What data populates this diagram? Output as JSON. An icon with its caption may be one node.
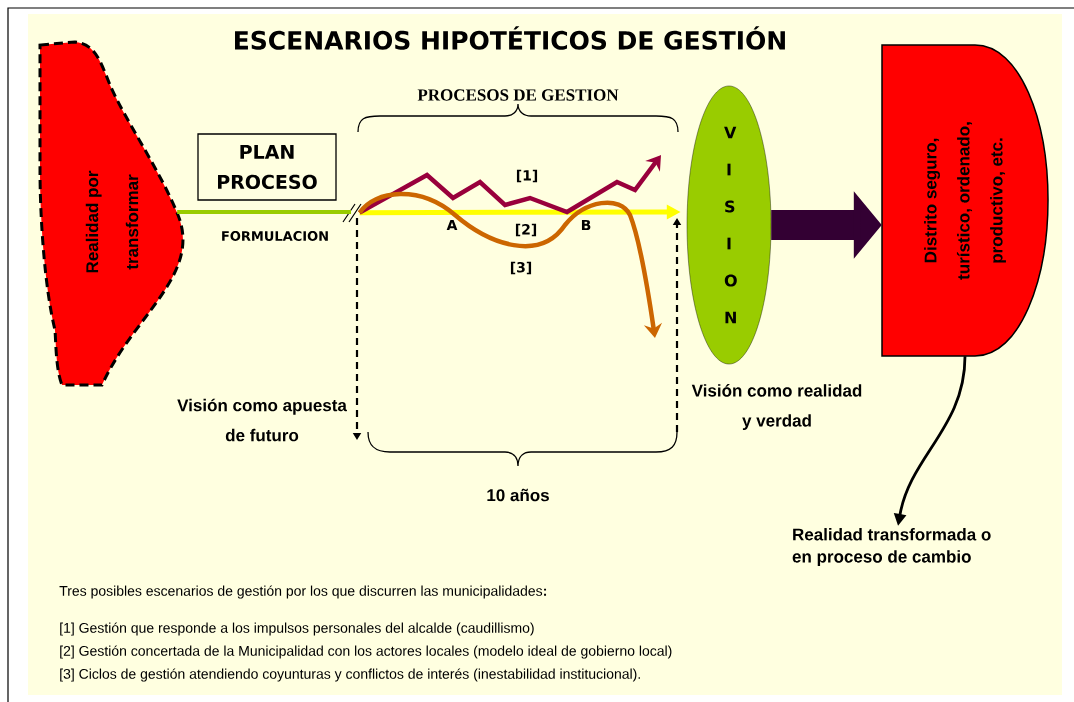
{
  "diagram": {
    "title": "ESCENARIOS HIPOTÉTICOS DE GESTIÓN",
    "nodes": [
      {
        "text": [
          "Realidad por transformar"
        ]
      },
      {
        "text": [
          "PLAN PROCESO"
        ]
      },
      {
        "text": [
          "V I S I O N"
        ]
      },
      {
        "text": [
          "Distrito seguro, turístico, ordenado, productivo, etc."
        ]
      },
      {
        "text": [
          "Realidad transformada o en proceso de cambio"
        ]
      }
    ],
    "edges": [
      {
        "from": 1,
        "to": 2,
        "arrow": "to",
        "color": "#ffff00"
      },
      {
        "from": 0,
        "to": 1,
        "arrow": "none",
        "color": "#99cc00"
      },
      {
        "from": 2,
        "to": 3,
        "arrow": "to",
        "style": "thick",
        "color": "#330033"
      },
      {
        "from": 3,
        "to": 4,
        "arrow": "to",
        "color": "#000000"
      },
      {
        "from": 1,
        "to": null,
        "arrow": "to",
        "color": "#99003c"
      },
      {
        "from": 1,
        "to": null,
        "arrow": "to",
        "color": "#cc6600"
      }
    ],
    "labels": [
      "PROCESOS DE GESTION",
      "FORMULACION",
      "[1]",
      "A",
      "[2]",
      "B",
      "[3]",
      "Visión como apuesta de futuro",
      "Visión como realidad y verdad",
      "10 años",
      "Tres posibles escenarios de gestión por los que discurren las municipalidades**:**",
      "[1] Gestión que responde a los impulsos personales del alcalde (caudillismo)",
      "[2] Gestión concertada de la Municipalidad con los actores locales (modelo ideal de gobierno local)",
      "[3] Ciclos de gestión atendiendo coyunturas y conflictos de interés (inestabilidad institucional)."
    ]
  }
}
